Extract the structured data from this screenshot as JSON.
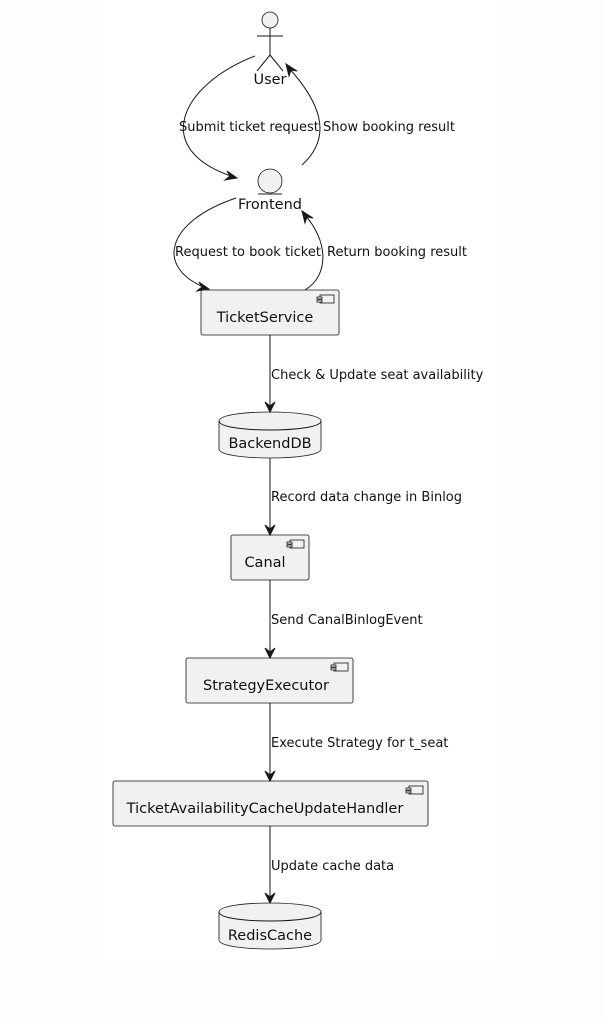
{
  "diagram": {
    "nodes": {
      "user": "User",
      "frontend": "Frontend",
      "ticket_service": "TicketService",
      "backend_db": "BackendDB",
      "canal": "Canal",
      "strategy_executor": "StrategyExecutor",
      "cache_handler": "TicketAvailabilityCacheUpdateHandler",
      "redis_cache": "RedisCache"
    },
    "edges": {
      "submit_request": "Submit ticket request",
      "show_result": "Show booking result",
      "request_book": "Request to book ticket",
      "return_result": "Return booking result",
      "check_update": "Check & Update seat availability",
      "record_change": "Record data change in Binlog",
      "send_event": "Send CanalBinlogEvent",
      "execute_strategy": "Execute Strategy for t_seat",
      "update_cache": "Update cache data"
    }
  }
}
